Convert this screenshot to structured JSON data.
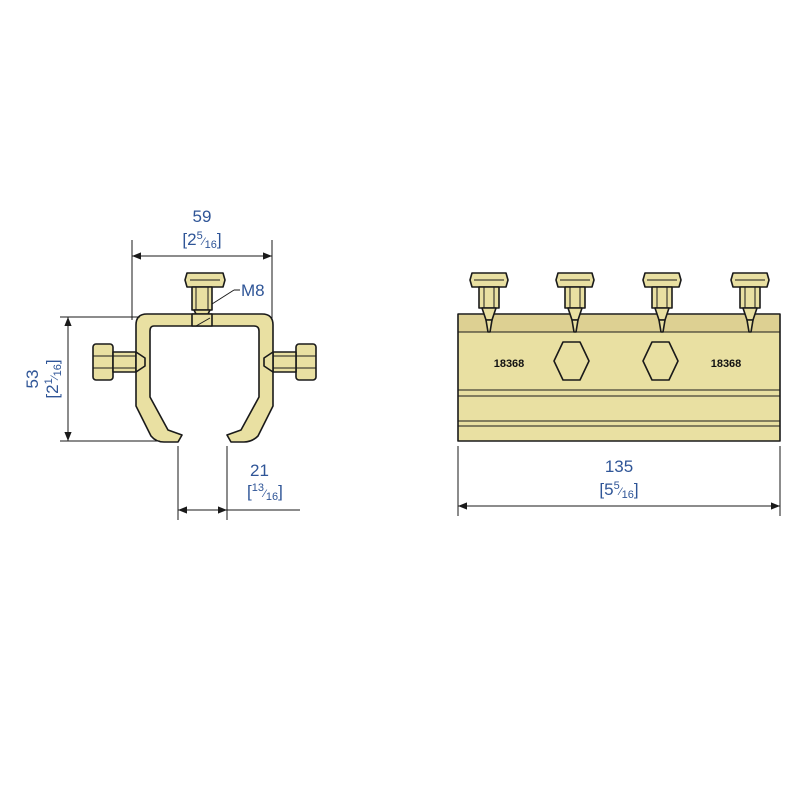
{
  "colors": {
    "dimension_text": "#2f5597",
    "part_fill": "#e9e0a2",
    "outline": "#1a1a1a"
  },
  "front_view": {
    "width": {
      "value": "59",
      "inch_whole": "2",
      "inch_num": "5",
      "inch_den": "16"
    },
    "height": {
      "value": "53",
      "inch_whole": "2",
      "inch_num": "1",
      "inch_den": "16"
    },
    "slot": {
      "value": "21",
      "inch_num": "13",
      "inch_den": "16"
    },
    "bolt_label": "M8"
  },
  "side_view": {
    "length": {
      "value": "135",
      "inch_whole": "5",
      "inch_num": "5",
      "inch_den": "16"
    },
    "marking_left": "18368",
    "marking_right": "18368"
  }
}
